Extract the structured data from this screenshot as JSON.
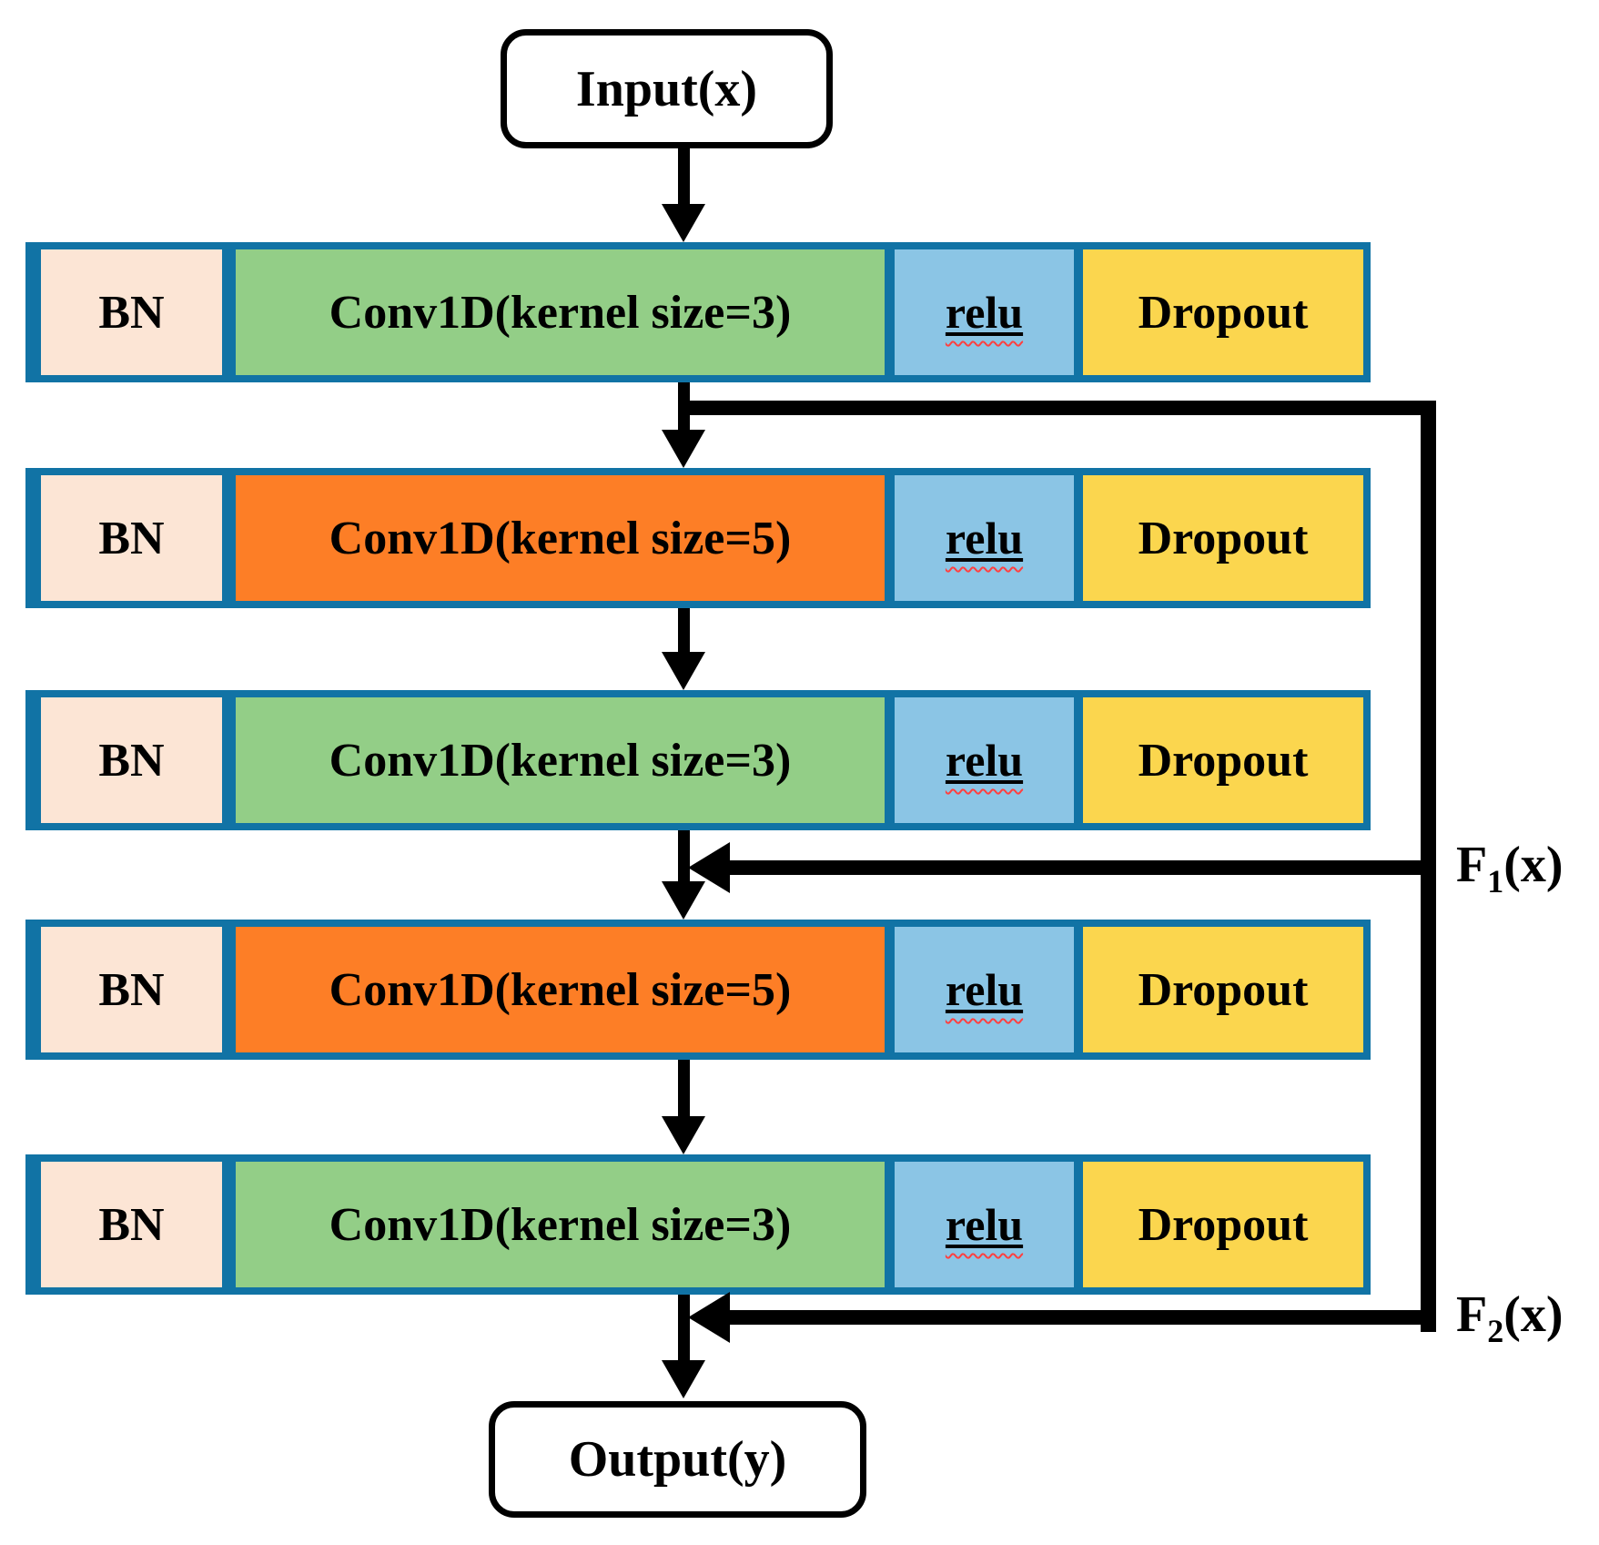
{
  "diagram": {
    "input": {
      "label": "Input(x)"
    },
    "output": {
      "label": "Output(y)"
    },
    "rows": [
      {
        "bn_label": "BN",
        "conv_label": "Conv1D(kernel size=3)",
        "conv_color": "#93CE87",
        "relu_label": "relu",
        "dropout_label": "Dropout"
      },
      {
        "bn_label": "BN",
        "conv_label": "Conv1D(kernel size=5)",
        "conv_color": "#FD7E26",
        "relu_label": "relu",
        "dropout_label": "Dropout"
      },
      {
        "bn_label": "BN",
        "conv_label": "Conv1D(kernel size=3)",
        "conv_color": "#93CE87",
        "relu_label": "relu",
        "dropout_label": "Dropout"
      },
      {
        "bn_label": "BN",
        "conv_label": "Conv1D(kernel size=5)",
        "conv_color": "#FD7E26",
        "relu_label": "relu",
        "dropout_label": "Dropout"
      },
      {
        "bn_label": "BN",
        "conv_label": "Conv1D(kernel size=3)",
        "conv_color": "#93CE87",
        "relu_label": "relu",
        "dropout_label": "Dropout"
      }
    ],
    "skip_connections": [
      {
        "label_base": "F",
        "label_sub": "1",
        "label_args": "(x)"
      },
      {
        "label_base": "F",
        "label_sub": "2",
        "label_args": "(x)"
      }
    ],
    "colors": {
      "bn_fill": "#FCE5D5",
      "relu_fill": "#8BC5E5",
      "dropout_fill": "#FBD64E",
      "conv_green": "#93CE87",
      "conv_orange": "#FD7E26",
      "cell_border": "#1173A5",
      "arrow": "#000000",
      "node_border": "#000000",
      "relu_squiggle": "#FF4040"
    }
  }
}
